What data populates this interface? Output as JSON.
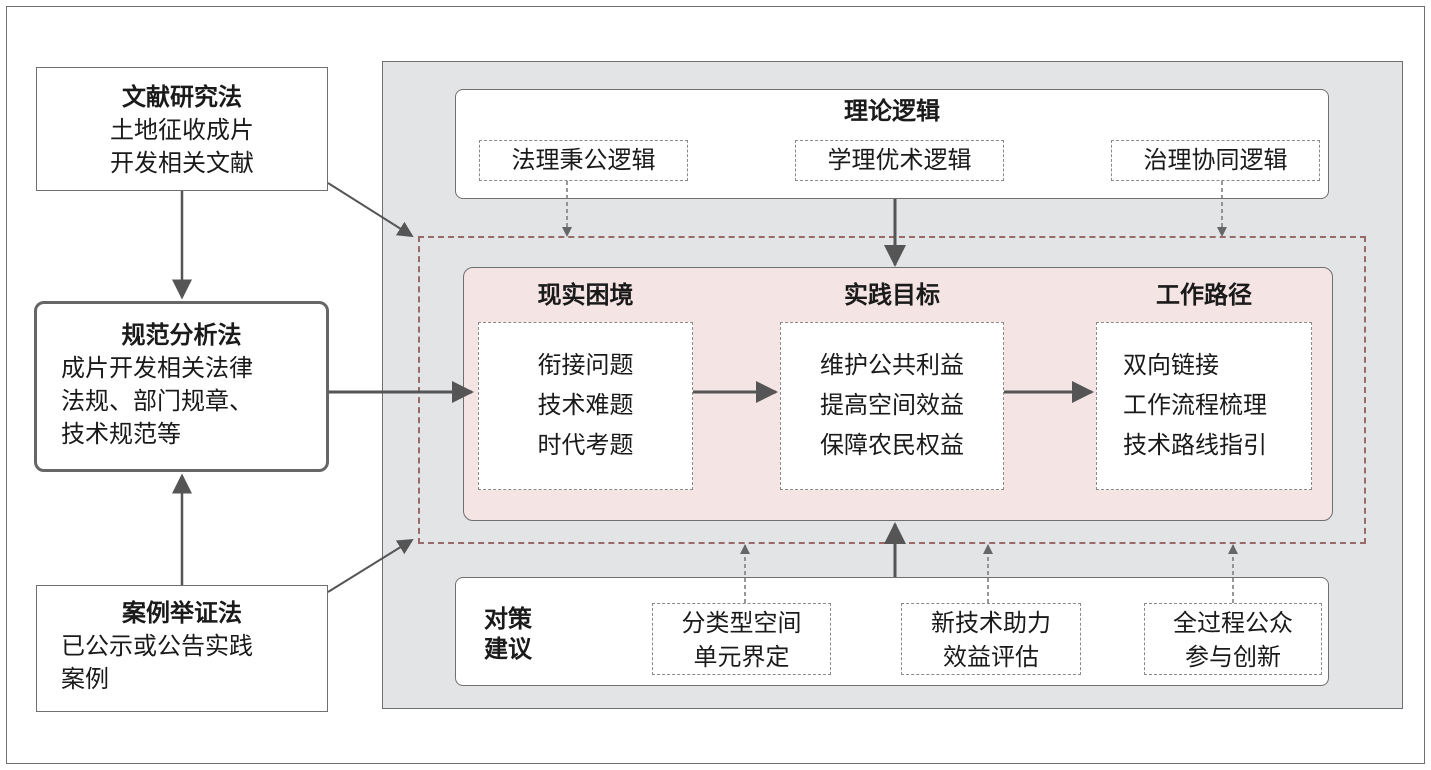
{
  "methods": {
    "literature": {
      "title": "文献研究法",
      "lines": [
        "土地征收成片",
        "开发相关文献"
      ]
    },
    "normative": {
      "title": "规范分析法",
      "lines": [
        "成片开发相关法律",
        "法规、部门规章、",
        "技术规范等"
      ]
    },
    "case": {
      "title": "案例举证法",
      "lines": [
        "已公示或公告实践",
        "案例"
      ]
    }
  },
  "theory": {
    "title": "理论逻辑",
    "items": [
      "法理秉公逻辑",
      "学理优术逻辑",
      "治理协同逻辑"
    ]
  },
  "practice": {
    "columns": [
      {
        "title": "现实困境",
        "items": [
          "衔接问题",
          "技术难题",
          "时代考题"
        ]
      },
      {
        "title": "实践目标",
        "items": [
          "维护公共利益",
          "提高空间效益",
          "保障农民权益"
        ]
      },
      {
        "title": "工作路径",
        "items": [
          "双向链接",
          "工作流程梳理",
          "技术路线指引"
        ]
      }
    ]
  },
  "policy": {
    "title_lines": [
      "对策",
      "建议"
    ],
    "items": [
      {
        "lines": [
          "分类型空间",
          "单元界定"
        ]
      },
      {
        "lines": [
          "新技术助力",
          "效益评估"
        ]
      },
      {
        "lines": [
          "全过程公众",
          "参与创新"
        ]
      }
    ]
  }
}
